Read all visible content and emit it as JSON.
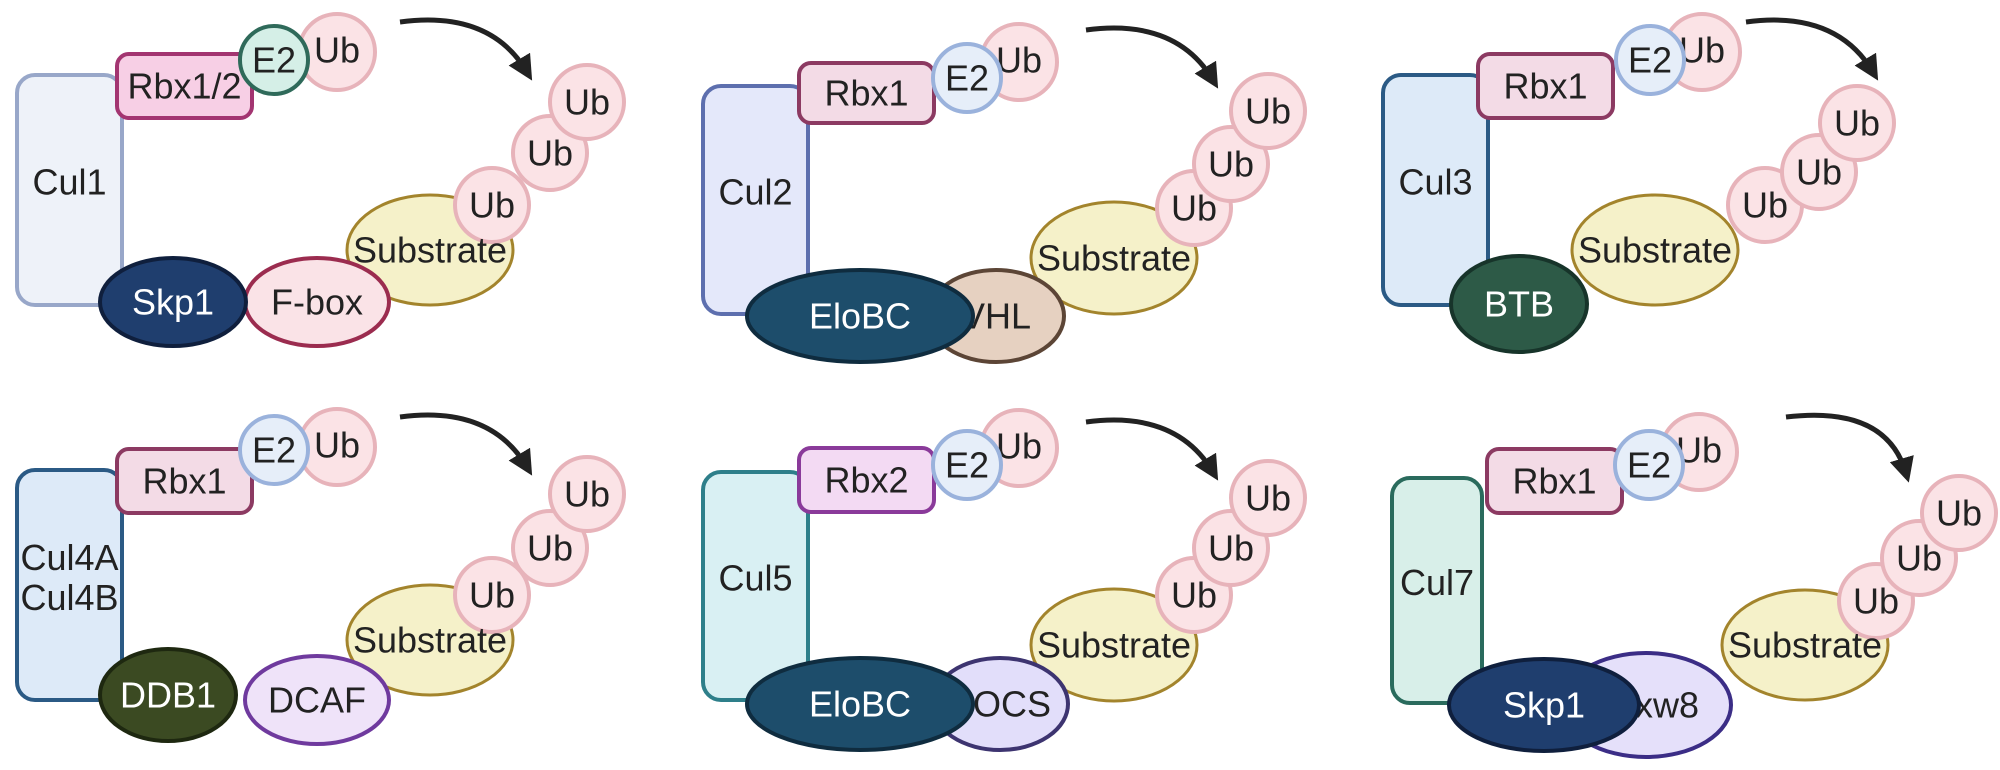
{
  "colors": {
    "ub_fill": "#fbe3e6",
    "ub_stroke": "#e7b3ba",
    "substrate_fill": "#f5f1c9",
    "substrate_stroke": "#a3842c",
    "e2_fill": "#e6eef9",
    "e2_stroke": "#9ab2dc",
    "arrow": "#222222"
  },
  "complexes": [
    {
      "cullin": {
        "label": "Cul1",
        "fill": "#eef2f9",
        "stroke": "#98a7c9"
      },
      "rbx": {
        "label": "Rbx1/2",
        "fill": "#f7cfe5",
        "stroke": "#a33571"
      },
      "e2": {
        "label": "E2",
        "fill": "#d5efe7",
        "stroke": "#2f6a5a"
      },
      "ub_top": "Ub",
      "adaptor": {
        "label": "Skp1",
        "fill": "#1f3e6e",
        "stroke": "#0f1f3d",
        "text": "#ffffff"
      },
      "receptor": {
        "label": "F-box",
        "fill": "#fae3e7",
        "stroke": "#9b2c4f",
        "text": "#222222"
      },
      "substrate": "Substrate",
      "ub_chain": [
        "Ub",
        "Ub",
        "Ub"
      ]
    },
    {
      "cullin": {
        "label": "Cul2",
        "fill": "#e4e8fa",
        "stroke": "#5d6fae"
      },
      "rbx": {
        "label": "Rbx1",
        "fill": "#f3dbe6",
        "stroke": "#8c3a62"
      },
      "e2": {
        "label": "E2",
        "fill": "#e6eef9",
        "stroke": "#9ab2dc"
      },
      "ub_top": "Ub",
      "adaptor": {
        "label": "EloBC",
        "fill": "#1d4d6b",
        "stroke": "#0f2c3f",
        "text": "#ffffff"
      },
      "receptor": {
        "label": "VHL",
        "fill": "#e6d1c1",
        "stroke": "#5c4536",
        "text": "#222222"
      },
      "substrate": "Substrate",
      "ub_chain": [
        "Ub",
        "Ub",
        "Ub"
      ]
    },
    {
      "cullin": {
        "label": "Cul3",
        "fill": "#ddeaf8",
        "stroke": "#2b5a85"
      },
      "rbx": {
        "label": "Rbx1",
        "fill": "#f3dbe6",
        "stroke": "#8c3a62"
      },
      "e2": {
        "label": "E2",
        "fill": "#e6eef9",
        "stroke": "#9ab2dc"
      },
      "ub_top": "Ub",
      "adaptor": {
        "label": "BTB",
        "fill": "#2d5a47",
        "stroke": "#17342a",
        "text": "#ffffff"
      },
      "receptor": null,
      "substrate": "Substrate",
      "ub_chain": [
        "Ub",
        "Ub",
        "Ub"
      ]
    },
    {
      "cullin": {
        "label": "Cul4A\nCul4B",
        "fill": "#ddeaf8",
        "stroke": "#2b5a85"
      },
      "rbx": {
        "label": "Rbx1",
        "fill": "#f3dbe6",
        "stroke": "#8c3a62"
      },
      "e2": {
        "label": "E2",
        "fill": "#e6eef9",
        "stroke": "#9ab2dc"
      },
      "ub_top": "Ub",
      "adaptor": {
        "label": "DDB1",
        "fill": "#3b4a22",
        "stroke": "#1e2810",
        "text": "#ffffff"
      },
      "receptor": {
        "label": "DCAF",
        "fill": "#efe3f9",
        "stroke": "#6f3a9e",
        "text": "#222222"
      },
      "substrate": "Substrate",
      "ub_chain": [
        "Ub",
        "Ub",
        "Ub"
      ]
    },
    {
      "cullin": {
        "label": "Cul5",
        "fill": "#d9f0f3",
        "stroke": "#2e7f8a"
      },
      "rbx": {
        "label": "Rbx2",
        "fill": "#f3daf3",
        "stroke": "#8a3a9a"
      },
      "e2": {
        "label": "E2",
        "fill": "#e6eef9",
        "stroke": "#9ab2dc"
      },
      "ub_top": "Ub",
      "adaptor": {
        "label": "EloBC",
        "fill": "#1d4d6b",
        "stroke": "#0f2c3f",
        "text": "#ffffff"
      },
      "receptor": {
        "label": "SOCS",
        "fill": "#e2defa",
        "stroke": "#3d3470",
        "text": "#222222"
      },
      "substrate": "Substrate",
      "ub_chain": [
        "Ub",
        "Ub",
        "Ub"
      ]
    },
    {
      "cullin": {
        "label": "Cul7",
        "fill": "#d8efe9",
        "stroke": "#2a6b5d"
      },
      "rbx": {
        "label": "Rbx1",
        "fill": "#f3dbe6",
        "stroke": "#8c3a62"
      },
      "e2": {
        "label": "E2",
        "fill": "#e6eef9",
        "stroke": "#9ab2dc"
      },
      "ub_top": "Ub",
      "adaptor": {
        "label": "Skp1",
        "fill": "#1f3e6e",
        "stroke": "#0f1f3d",
        "text": "#ffffff"
      },
      "receptor": {
        "label": "Fbxw8",
        "fill": "#e5e0fa",
        "stroke": "#3b2d86",
        "text": "#222222"
      },
      "substrate": "Substrate",
      "ub_chain": [
        "Ub",
        "Ub",
        "Ub"
      ]
    }
  ]
}
